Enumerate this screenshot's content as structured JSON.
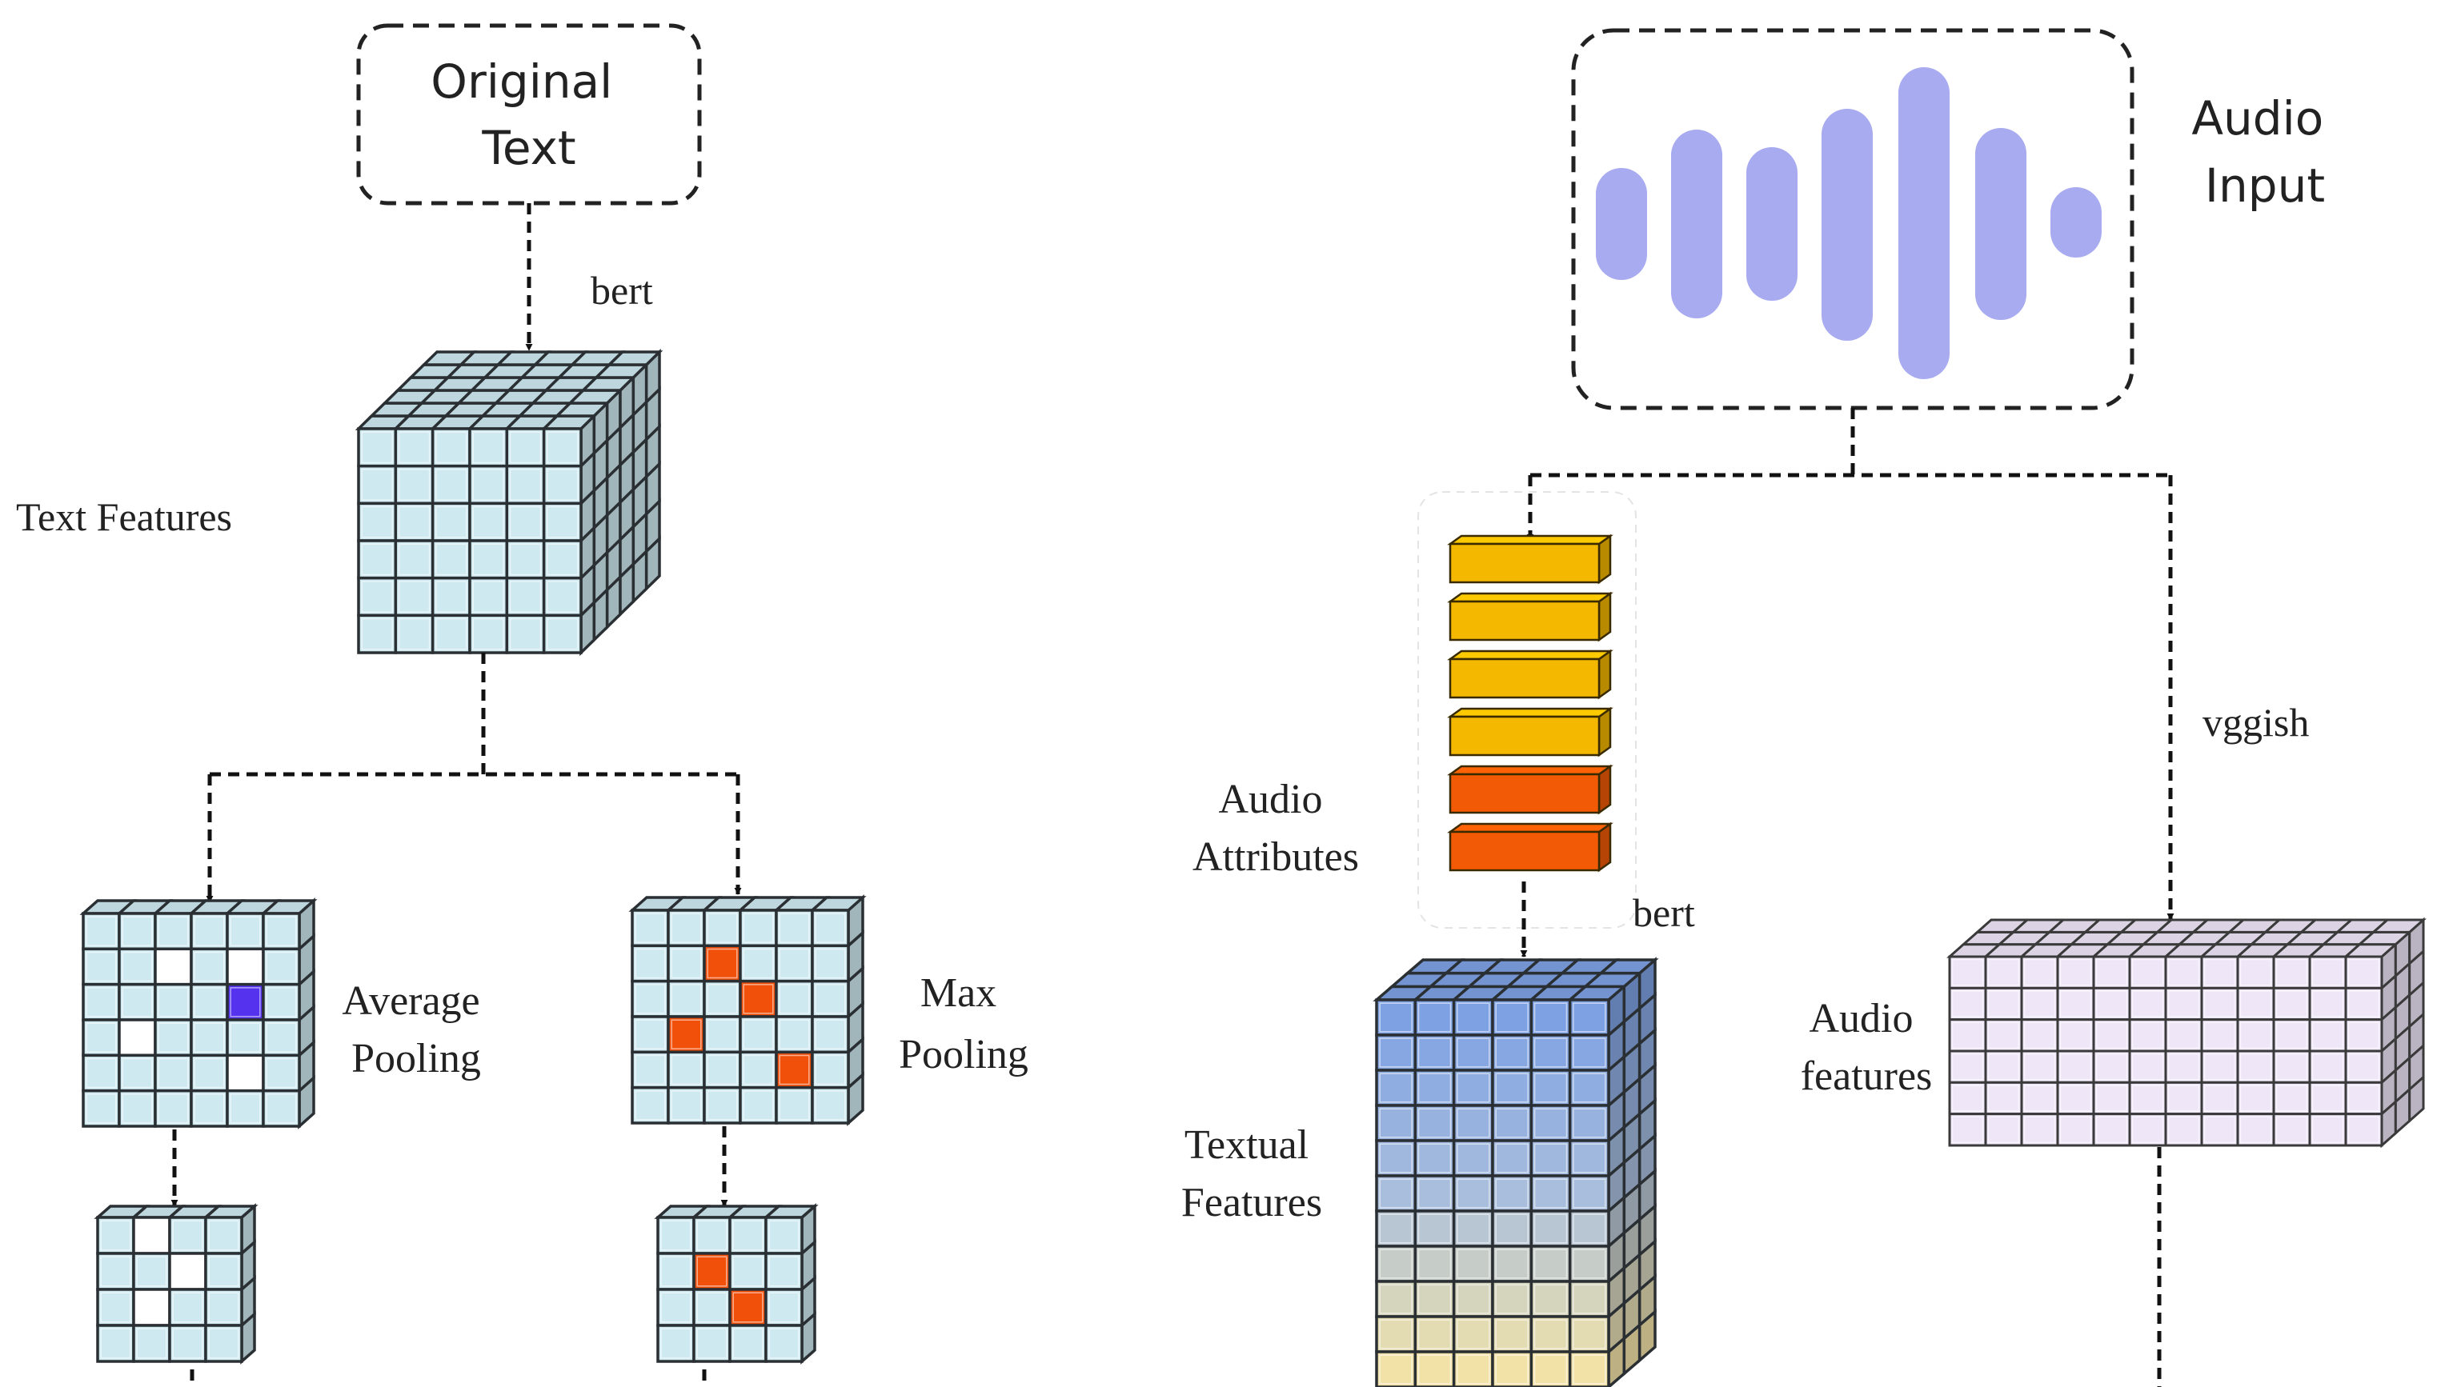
{
  "text_branch": {
    "original_text_lines": [
      "Original",
      "Text"
    ],
    "bert_top": "bert",
    "text_features": "Text Features",
    "average_pooling_lines": [
      "Average",
      "Pooling"
    ],
    "max_pooling_lines": [
      "Max",
      "Pooling"
    ]
  },
  "audio_branch": {
    "audio_input_lines": [
      "Audio",
      "Input"
    ],
    "vggish": "vggish",
    "audio_attributes_lines": [
      "Audio",
      "Attributes"
    ],
    "bert_bottom": "bert",
    "audio_features_lines": [
      "Audio",
      "features"
    ],
    "textual_features_lines": [
      "Textual",
      "Features"
    ]
  },
  "colors": {
    "grid_cyan": "#cfe9f0",
    "wave": "#a9abf0",
    "attr_yellow": "#f5b800",
    "attr_orange": "#f25a05",
    "highlight_orange": "#f0500a",
    "highlight_blue": "#5533ee",
    "textual_blue": "#7ea1e3",
    "textual_yellow": "#f2e2a8",
    "audio_lilac": "#efe6f8"
  }
}
